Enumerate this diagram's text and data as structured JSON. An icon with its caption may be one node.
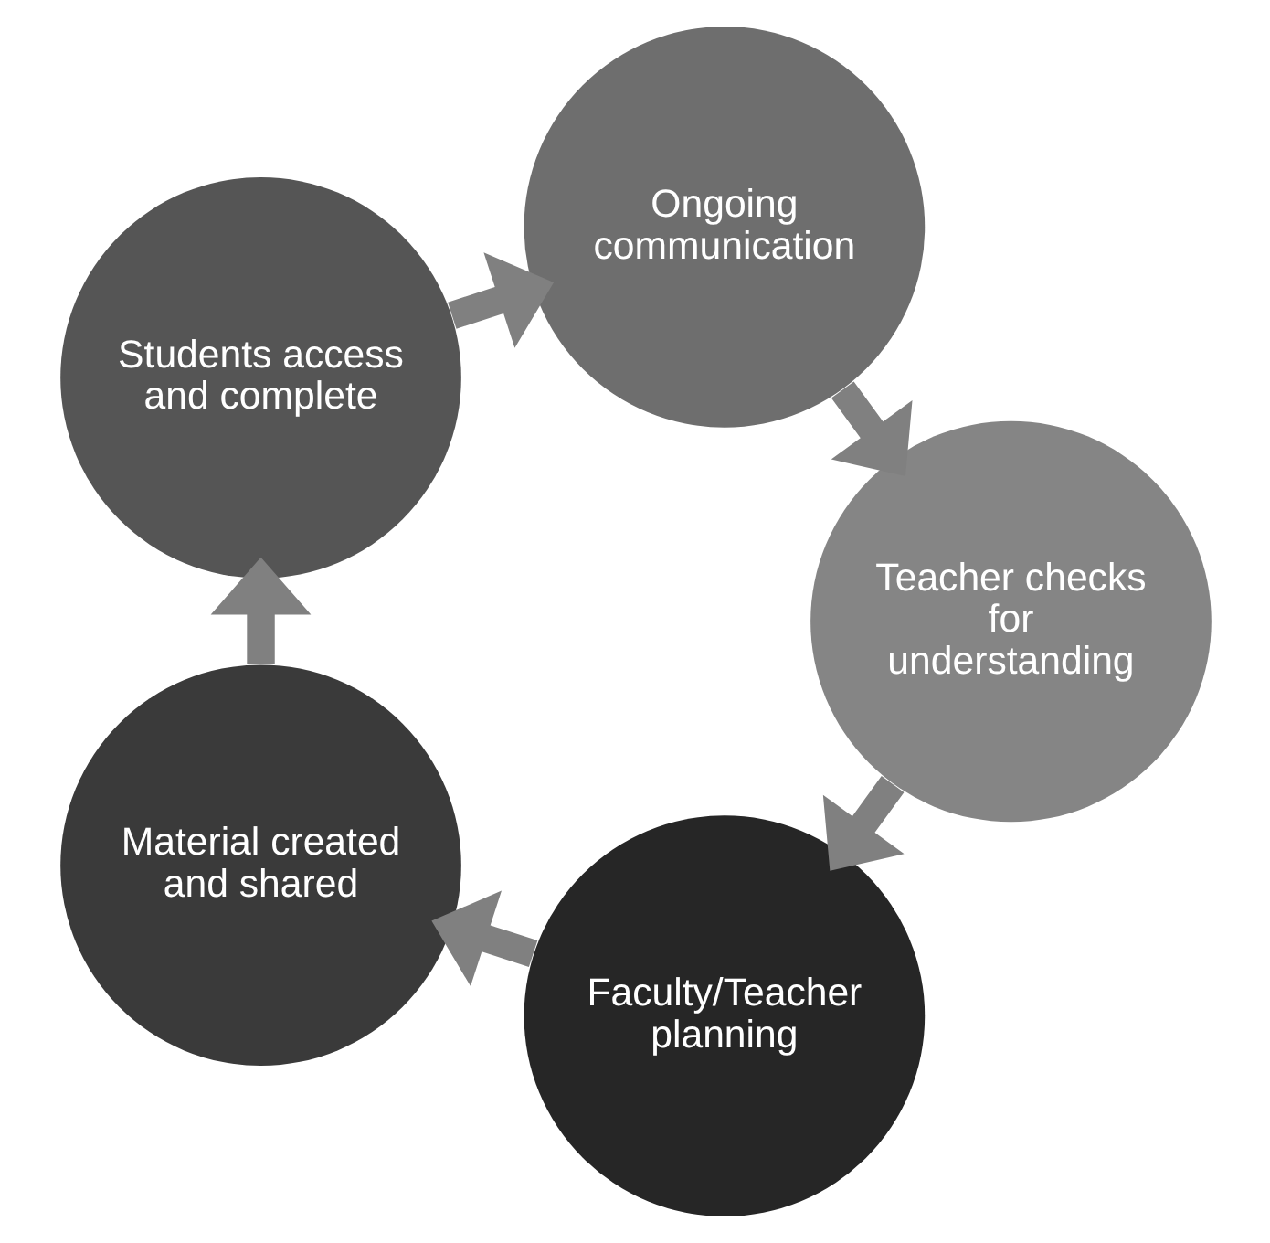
{
  "diagram": {
    "nodes": [
      {
        "text": [
          "Faculty/Teacher planning"
        ]
      },
      {
        "text": [
          "Material created and shared"
        ]
      },
      {
        "text": [
          "Students access and complete"
        ]
      },
      {
        "text": [
          "Ongoing communication"
        ]
      },
      {
        "text": [
          "Teacher checks for understanding"
        ]
      }
    ],
    "edges": [
      {
        "from": 0,
        "to": 1,
        "arrow": "to"
      },
      {
        "from": 1,
        "to": 2,
        "arrow": "to"
      },
      {
        "from": 2,
        "to": 3,
        "arrow": "to"
      },
      {
        "from": 3,
        "to": 4,
        "arrow": "to"
      },
      {
        "from": 4,
        "to": 0,
        "arrow": "to"
      }
    ]
  }
}
